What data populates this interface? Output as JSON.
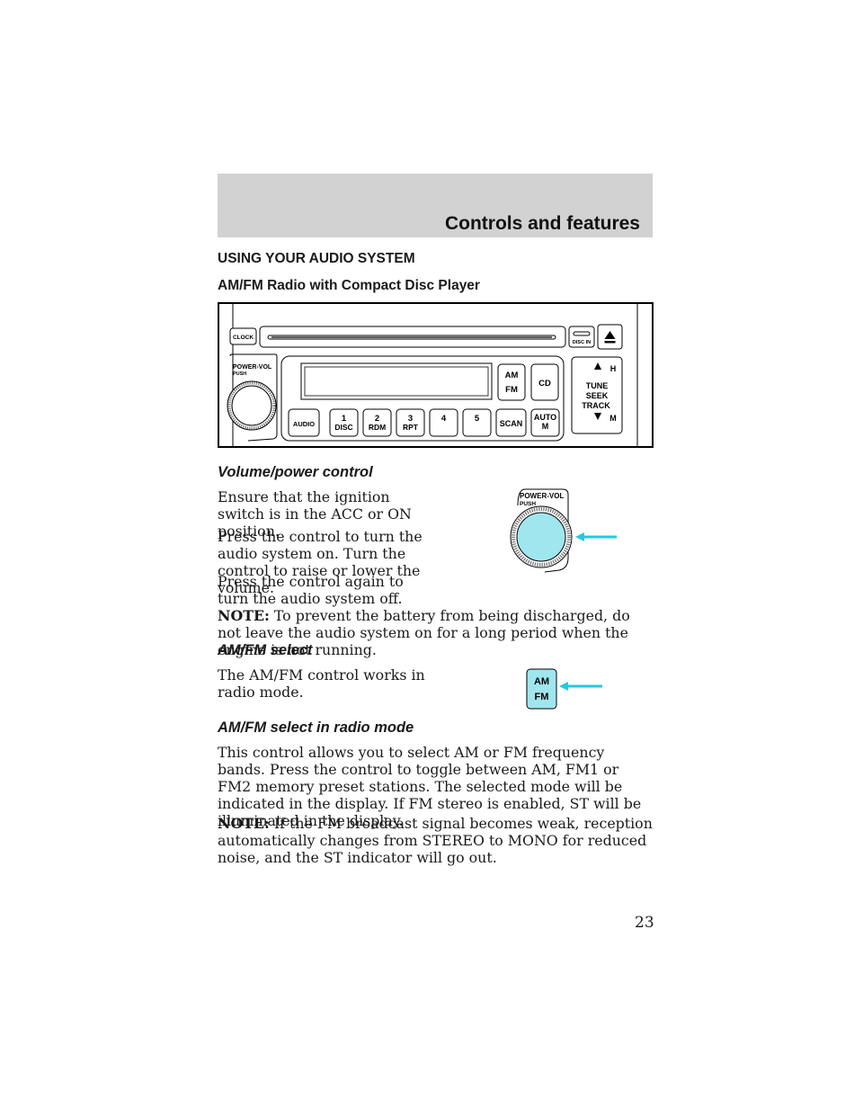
{
  "header": {
    "title": "Controls and features"
  },
  "section_title": "USING YOUR AUDIO SYSTEM",
  "subsection_title": "AM/FM Radio with Compact Disc Player",
  "radio": {
    "clock": "CLOCK",
    "disc_in": "DISC IN",
    "power_vol": "POWER-VOL",
    "push": "PUSH",
    "am": "AM",
    "fm": "FM",
    "cd": "CD",
    "h": "H",
    "tune": "TUNE",
    "seek": "SEEK",
    "track": "TRACK",
    "m": "M",
    "audio": "AUDIO",
    "preset1_num": "1",
    "preset1_sub": "DISC",
    "preset2_num": "2",
    "preset2_sub": "RDM",
    "preset3_num": "3",
    "preset3_sub": "RPT",
    "preset4_num": "4",
    "preset5_num": "5",
    "scan": "SCAN",
    "auto": "AUTO",
    "auto_sub": "M"
  },
  "volume": {
    "heading": "Volume/power control",
    "p1": "Ensure that the ignition switch is in the ACC or ON position.",
    "p2": "Press the control to turn the audio system on. Turn the control to raise or lower the volume.",
    "p3": "Press the control again to turn the audio system off.",
    "note_label": "NOTE:",
    "note_text": "To prevent the battery from being discharged, do not leave the audio system on for a long period when the engine is not running."
  },
  "amfm": {
    "heading": "AM/FM select",
    "p1": "The AM/FM control works in radio mode."
  },
  "amfm_radio": {
    "heading": "AM/FM select in radio mode",
    "p1": "This control allows you to select AM or FM frequency bands. Press the control to toggle between AM, FM1 or FM2 memory preset stations. The selected mode will be indicated in the display. If FM stereo is enabled, ST will be illuminated in the display.",
    "note_label": "NOTE:",
    "note_text": "If the FM broadcast signal becomes weak, reception automatically changes from STEREO to MONO for reduced noise, and the ST indicator will go out."
  },
  "colors": {
    "highlight": "#9fe6ee",
    "arrow": "#25c8dc",
    "header_bg": "#d2d2d2"
  },
  "page_number": "23"
}
